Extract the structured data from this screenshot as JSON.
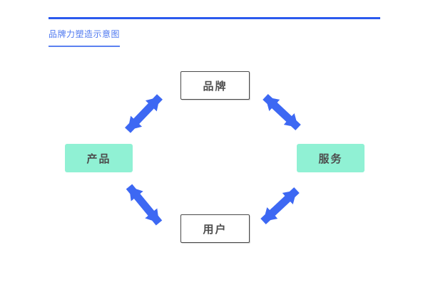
{
  "diagram": {
    "title": "品牌力塑造示意图",
    "nodes": [
      {
        "id": "brand",
        "label": "品牌",
        "style": "outline"
      },
      {
        "id": "service",
        "label": "服务",
        "style": "filled"
      },
      {
        "id": "user",
        "label": "用户",
        "style": "outline"
      },
      {
        "id": "product",
        "label": "产品",
        "style": "filled"
      }
    ],
    "edges": [
      {
        "from": "product",
        "to": "brand",
        "bidirectional": true
      },
      {
        "from": "brand",
        "to": "service",
        "bidirectional": true
      },
      {
        "from": "product",
        "to": "user",
        "bidirectional": true
      },
      {
        "from": "user",
        "to": "service",
        "bidirectional": true
      }
    ],
    "colors": {
      "top_rule_blue": "#2b5aee",
      "title_blue": "#4f79f0",
      "title_underline_blue": "#5b81f0",
      "arrow_blue": "#3d68f3",
      "node_mint": "#90f1d4",
      "node_border_gray": "#4a4a4a",
      "node_text_gray": "#4d4d4d",
      "background": "#ffffff"
    }
  }
}
